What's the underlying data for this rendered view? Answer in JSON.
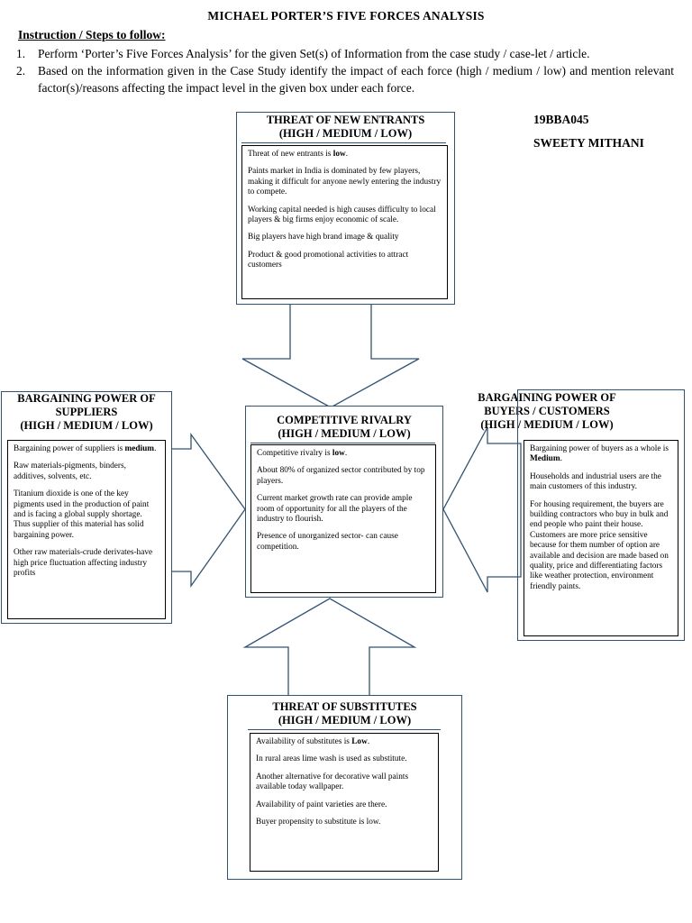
{
  "title": "MICHAEL PORTER’S FIVE FORCES ANALYSIS",
  "instructions": {
    "heading": "Instruction / Steps to follow:",
    "steps": [
      {
        "num": "1.",
        "text": "Perform ‘Porter’s Five Forces Analysis’ for the given Set(s) of Information from the case study / case-let / article."
      },
      {
        "num": "2.",
        "text": "Based on the information given in the Case Study identify the impact of each force (high / medium / low) and mention relevant factor(s)/reasons affecting the impact level in the given box under each force."
      }
    ]
  },
  "student": {
    "id": "19BBA045",
    "name": "SWEETY MITHANI"
  },
  "forces": {
    "new_entrants": {
      "heading_1": "THREAT OF NEW ENTRANTS",
      "heading_2": "(HIGH / MEDIUM / LOW)",
      "level_prefix": "Threat of new entrants is ",
      "level": "low",
      "level_suffix": ".",
      "points": [
        "Paints market in India is dominated by few players, making it difficult for anyone newly entering the industry to compete.",
        "Working capital needed is high causes difficulty to local players & big firms enjoy economic of scale.",
        "Big players have high brand image & quality",
        "Product & good promotional activities to attract customers"
      ]
    },
    "suppliers": {
      "heading_1": "BARGAINING POWER OF",
      "heading_2": "SUPPLIERS",
      "heading_3": "(HIGH / MEDIUM / LOW)",
      "level_prefix": "Bargaining power of suppliers is ",
      "level": "medium",
      "level_suffix": ".",
      "points": [
        "Raw materials-pigments, binders, additives, solvents, etc.",
        "Titanium dioxide is one of the key pigments used in the production of paint and is facing a global supply shortage. Thus supplier of this material has solid bargaining power.",
        "Other raw materials-crude derivates-have high price fluctuation affecting industry profits"
      ]
    },
    "rivalry": {
      "heading_1": "COMPETITIVE RIVALRY",
      "heading_2": "(HIGH / MEDIUM / LOW)",
      "level_prefix": "Competitive rivalry is ",
      "level": "low",
      "level_suffix": ".",
      "points": [
        "About 80% of organized sector contributed by top players.",
        "Current market growth rate can provide ample room of opportunity for all the players of the industry to flourish.",
        "Presence of unorganized sector- can cause competition."
      ]
    },
    "buyers": {
      "heading_1": "BARGAINING POWER OF",
      "heading_2": "BUYERS / CUSTOMERS",
      "heading_3": "(HIGH / MEDIUM / LOW)",
      "level_prefix": "Bargaining power of buyers as a whole is ",
      "level": "Medium",
      "level_suffix": ".",
      "points": [
        "Households and industrial users are the main customers of this industry.",
        "For housing requirement, the buyers are building contractors who buy in bulk and end people who paint their house. Customers are more price sensitive because for them number of option are available and decision are made based on quality, price and differentiating factors like weather protection, environment friendly paints."
      ]
    },
    "substitutes": {
      "heading_1": "THREAT OF SUBSTITUTES",
      "heading_2": "(HIGH / MEDIUM / LOW)",
      "level_prefix": "Availability of substitutes is ",
      "level": "Low",
      "level_suffix": ".",
      "points": [
        "In rural areas lime wash is used as substitute.",
        "Another alternative for decorative wall paints available today wallpaper.",
        "Availability of paint varieties are there.",
        "Buyer propensity to substitute is low."
      ]
    }
  },
  "colors": {
    "border": "#2f5379",
    "arrow": "#2f5379"
  }
}
